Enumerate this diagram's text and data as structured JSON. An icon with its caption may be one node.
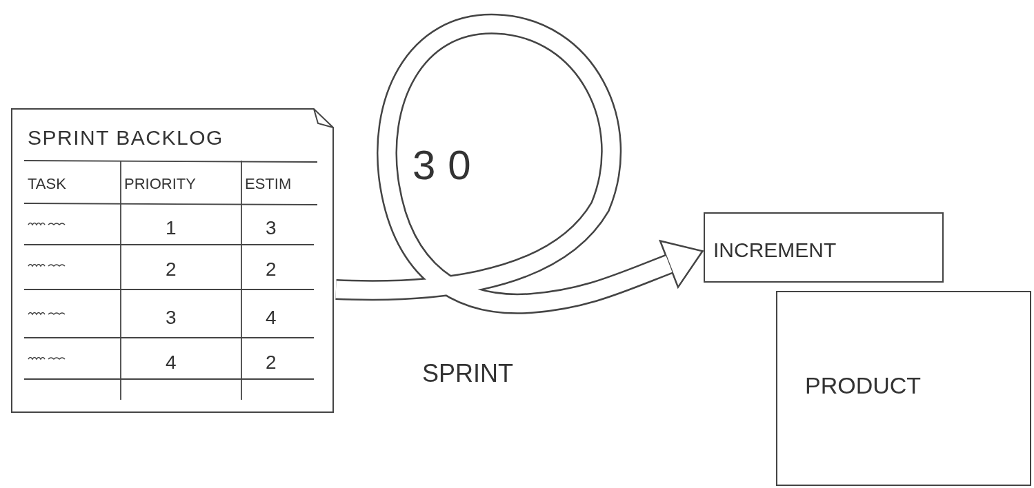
{
  "diagram": {
    "nodes": [
      {
        "text": [
          "SPRINT BACKLOG"
        ]
      },
      {
        "text": [
          "INCREMENT"
        ]
      },
      {
        "text": [
          "PRODUCT"
        ]
      }
    ],
    "edges": [
      {
        "from": 0,
        "to": 1,
        "arrow": "to"
      }
    ],
    "labels": [
      "TASK",
      "PRIORITY",
      "ESTIM",
      "1",
      "3",
      "2",
      "2",
      "3",
      "4",
      "4",
      "2",
      "30",
      "SPRINT"
    ]
  }
}
